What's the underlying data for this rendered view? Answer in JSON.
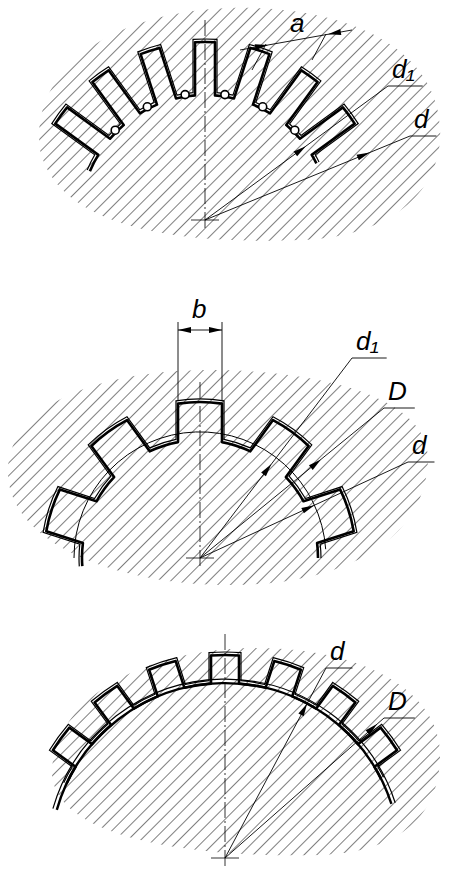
{
  "diagram": {
    "labels": [
      "a",
      "d₁",
      "d",
      "b",
      "d₁",
      "D",
      "d",
      "d",
      "D"
    ]
  }
}
